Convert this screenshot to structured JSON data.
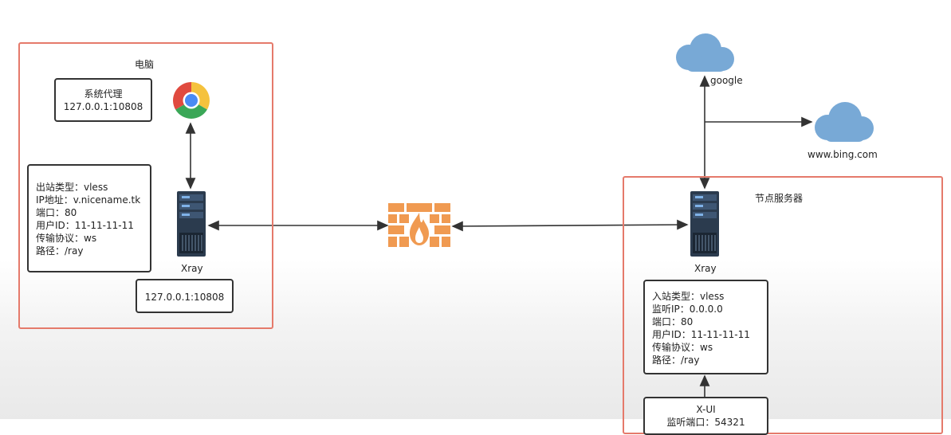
{
  "left_group": {
    "title": "电脑",
    "proxy_box": {
      "title": "系统代理",
      "address": "127.0.0.1:10808"
    },
    "outbound_box": {
      "lines": [
        "出站类型：vless",
        "IP地址：v.nicename.tk",
        "端口：80",
        "用户ID：11-11-11-11",
        "传输协议：ws",
        "路径：/ray"
      ]
    },
    "server_label": "Xray",
    "listen_box": "127.0.0.1:10808"
  },
  "right_group": {
    "title": "节点服务器",
    "server_label": "Xray",
    "inbound_box": {
      "lines": [
        "入站类型：vless",
        "监听IP：0.0.0.0",
        "端口：80",
        "用户ID：11-11-11-11",
        "传输协议：ws",
        "路径：/ray"
      ]
    },
    "xui_box": {
      "title": "X-UI",
      "subtitle": "监听端口：54321"
    }
  },
  "clouds": {
    "google": "google",
    "bing": "www.bing.com"
  },
  "colors": {
    "group_border": "#e57a6b",
    "cloud": "#78a9d6",
    "firewall": "#f09a51",
    "server": "#2b3b4e",
    "connector": "#333333"
  },
  "icons": [
    "chrome-icon",
    "server-icon",
    "firewall-icon",
    "cloud-icon"
  ]
}
